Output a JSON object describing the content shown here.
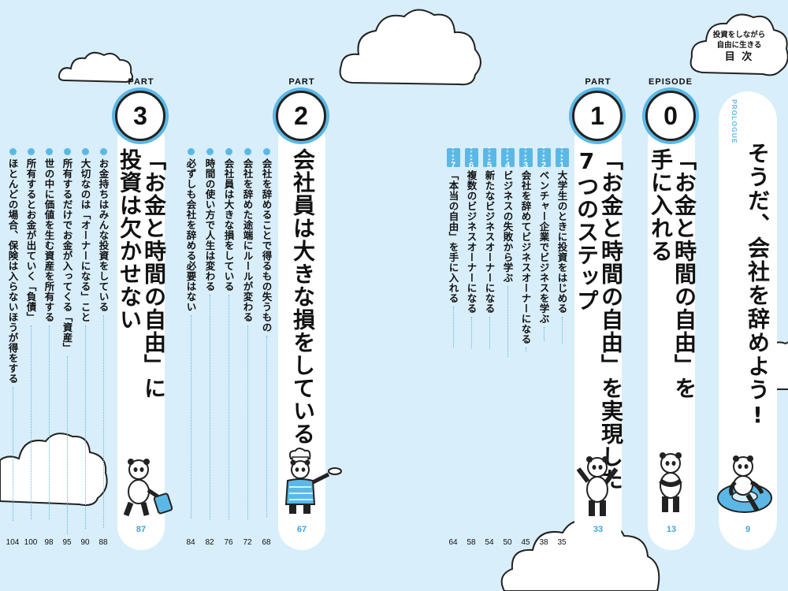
{
  "toc_label": {
    "line1": "投資をしながら",
    "line2": "自由に生きる",
    "line3": "目 次"
  },
  "prologue": {
    "tag": "PROLOGUE",
    "title": "そうだ、会社を辞めよう!",
    "page": "9"
  },
  "episode0": {
    "tag": "EPISODE",
    "number": "0",
    "title_line1": "「お金と時間の自由」を",
    "title_line2": "手に入れる",
    "page": "13"
  },
  "part1": {
    "tag": "PART",
    "number": "1",
    "title_line1": "「お金と時間の自由」を実現した",
    "title_line2": "7つのステップ",
    "page": "33",
    "items": [
      {
        "step": "1",
        "step_label": "STEP",
        "text": "大学生のときに投資をはじめる",
        "page": "35"
      },
      {
        "step": "2",
        "step_label": "STEP",
        "text": "ベンチャー企業でビジネスを学ぶ",
        "page": "38"
      },
      {
        "step": "3",
        "step_label": "STEP",
        "text": "会社を辞めてビジネスオーナーになる",
        "page": "45"
      },
      {
        "step": "4",
        "step_label": "STEP",
        "text": "ビジネスの失敗から学ぶ",
        "page": "50"
      },
      {
        "step": "5",
        "step_label": "STEP",
        "text": "新たなビジネスオーナーになる",
        "page": "54"
      },
      {
        "step": "6",
        "step_label": "STEP",
        "text": "複数のビジネスオーナーになる",
        "page": "58"
      },
      {
        "step": "7",
        "step_label": "STEP",
        "text": "「本当の自由」を手に入れる",
        "page": "64"
      }
    ]
  },
  "part2": {
    "tag": "PART",
    "number": "2",
    "title": "会社員は大きな損をしている",
    "page": "67",
    "items": [
      {
        "text": "会社を辞めることで得るもの失うもの",
        "page": "68"
      },
      {
        "text": "会社を辞めた途端にルールが変わる",
        "page": "72"
      },
      {
        "text": "会社員は大きな損をしている",
        "page": "76"
      },
      {
        "text": "時間の使い方で人生は変わる",
        "page": "82"
      },
      {
        "text": "必ずしも会社を辞める必要はない",
        "page": "84"
      }
    ]
  },
  "part3": {
    "tag": "PART",
    "number": "3",
    "title_line1": "「お金と時間の自由」に",
    "title_line2": "投資は欠かせない",
    "page": "87",
    "items": [
      {
        "text": "お金持ちはみんな投資をしている",
        "page": "88"
      },
      {
        "text": "大切なのは「オーナーになる」こと",
        "page": "90"
      },
      {
        "text": "所有するだけでお金が入ってくる「資産」",
        "page": "95"
      },
      {
        "text": "世の中に価値を生む資産を所有する",
        "page": "98"
      },
      {
        "text": "所有するとお金が出ていく「負債」",
        "page": "100"
      },
      {
        "text": "ほとんどの場合、保険は入らないほうが得をする",
        "page": "104"
      }
    ]
  },
  "colors": {
    "background": "#d8eefa",
    "accent": "#5bb8e6",
    "panel": "#ffffff",
    "ink": "#111111"
  },
  "icons": [
    "cloud-icon",
    "panda-illustration",
    "chef-panda-illustration",
    "panda-with-suitcase-illustration",
    "panda-float-ring-illustration"
  ]
}
